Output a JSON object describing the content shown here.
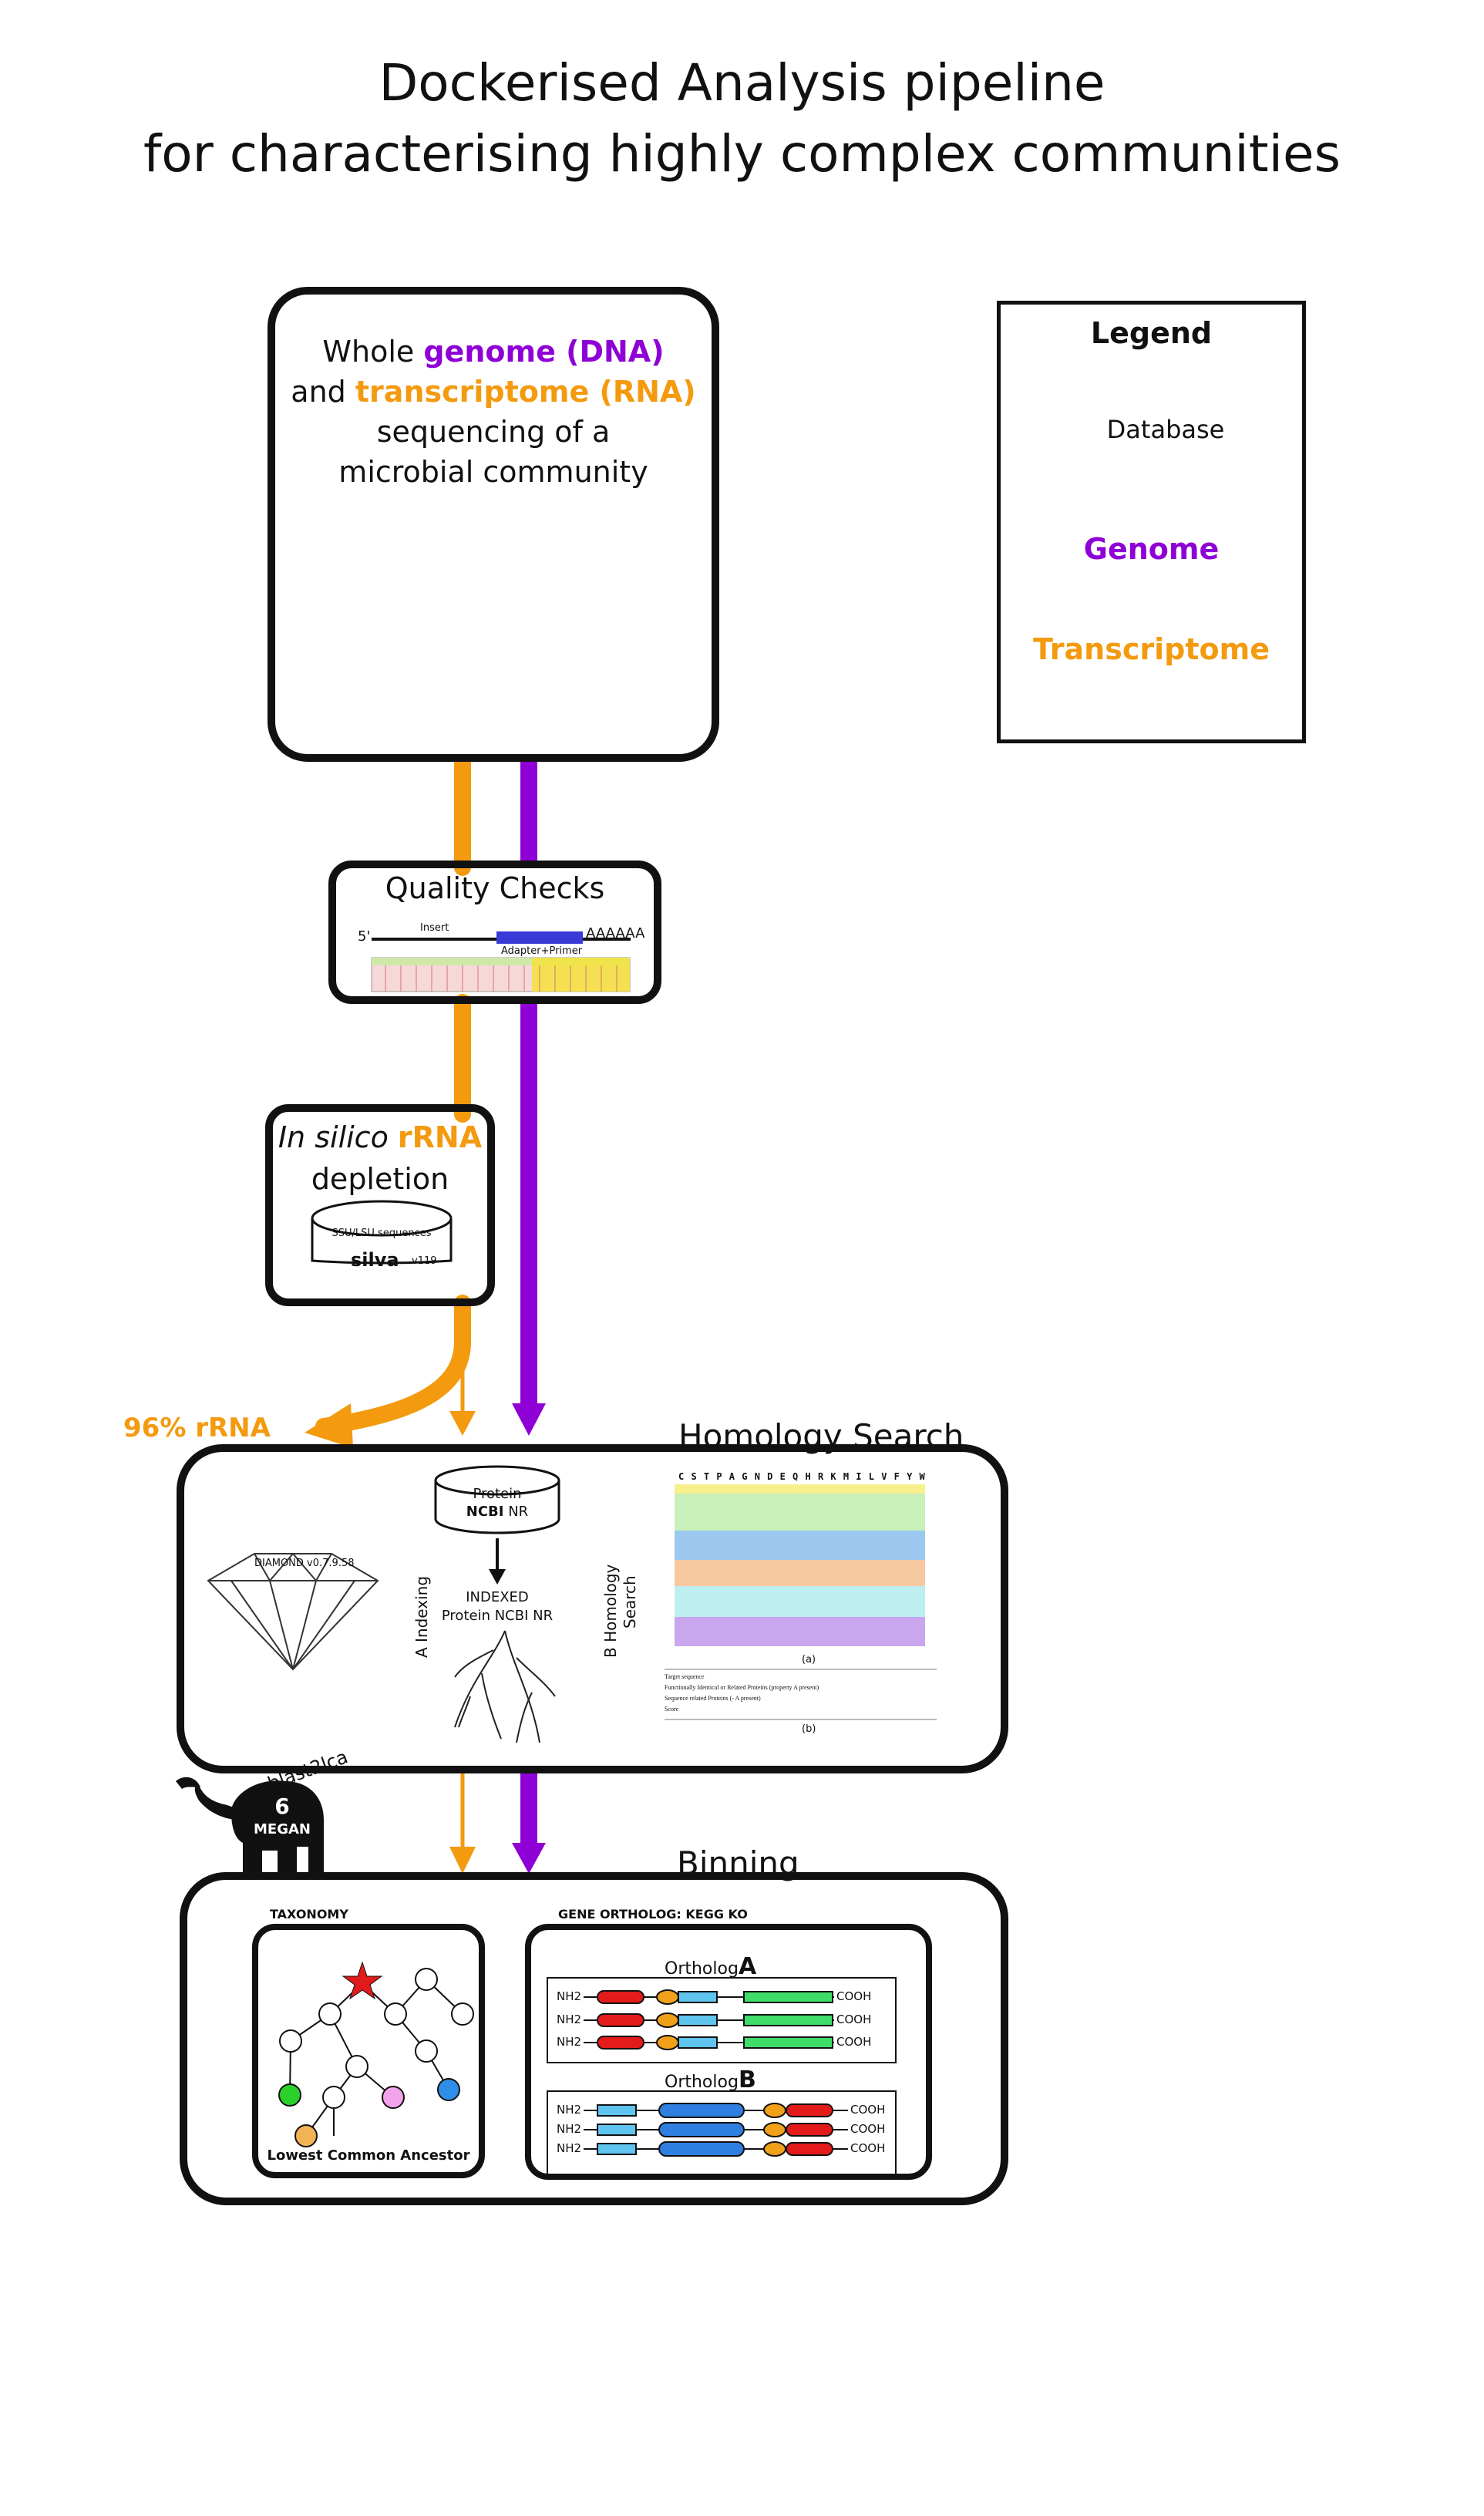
{
  "title": {
    "line1": "Dockerised Analysis pipeline",
    "line2": "for characterising highly complex communities"
  },
  "colors": {
    "genome": "#8e00d6",
    "transcriptome": "#f39a0f",
    "outline": "#111111"
  },
  "input_box": {
    "word_whole": "Whole",
    "genome": "genome (DNA)",
    "word_and": "and",
    "transcriptome": "transcriptome (RNA)",
    "line3": "sequencing of a",
    "line4": "microbial community"
  },
  "legend": {
    "title": "Legend",
    "database": "Database",
    "genome": "Genome",
    "transcriptome": "Transcriptome"
  },
  "quality_checks": {
    "title": "Quality Checks",
    "five_prime": "5'",
    "insert": "Insert",
    "poly_a": "AAAAAA",
    "adapter": "Adapter+Primer"
  },
  "rrna_depletion": {
    "italic": "In silico",
    "rrna": "rRNA",
    "depletion": "depletion",
    "db_label": "SSU/LSU sequences",
    "silva": "silva",
    "version": "v119"
  },
  "rrna_output": "96% rRNA",
  "homology": {
    "title": "Homology Search",
    "diamond_label": "DIAMOND v0.7.9.58",
    "indexing_label": "A Indexing",
    "db_protein": "Protein",
    "db_ncbi": "NCBI",
    "db_nr": "NR",
    "indexed_line1": "INDEXED",
    "indexed_line2": "Protein NCBI NR",
    "search_label_1": "B Homology",
    "search_label_2": "Search",
    "matrix_header": "C S T P A G N D E Q H R K M I L V F Y W",
    "caption_a": "(a)",
    "caption_b": "(b)",
    "table_rows": [
      "Target sequence",
      "Functionally Identical or Related Proteins (property A present)",
      "Sequence related Proteins (- A present)",
      "Score"
    ]
  },
  "megan": {
    "blast2lca": "blast2lca",
    "version": "6",
    "name": "MEGAN"
  },
  "binning": {
    "title": "Binning",
    "taxonomy_title": "TAXONOMY",
    "lca_label": "Lowest Common Ancestor",
    "ortholog_title": "GENE ORTHOLOG: KEGG KO",
    "ortholog_a_prefix": "Ortholog",
    "ortholog_a_letter": "A",
    "ortholog_b_prefix": "Ortholog",
    "ortholog_b_letter": "B",
    "nh2": "NH2",
    "cooh": "COOH"
  }
}
